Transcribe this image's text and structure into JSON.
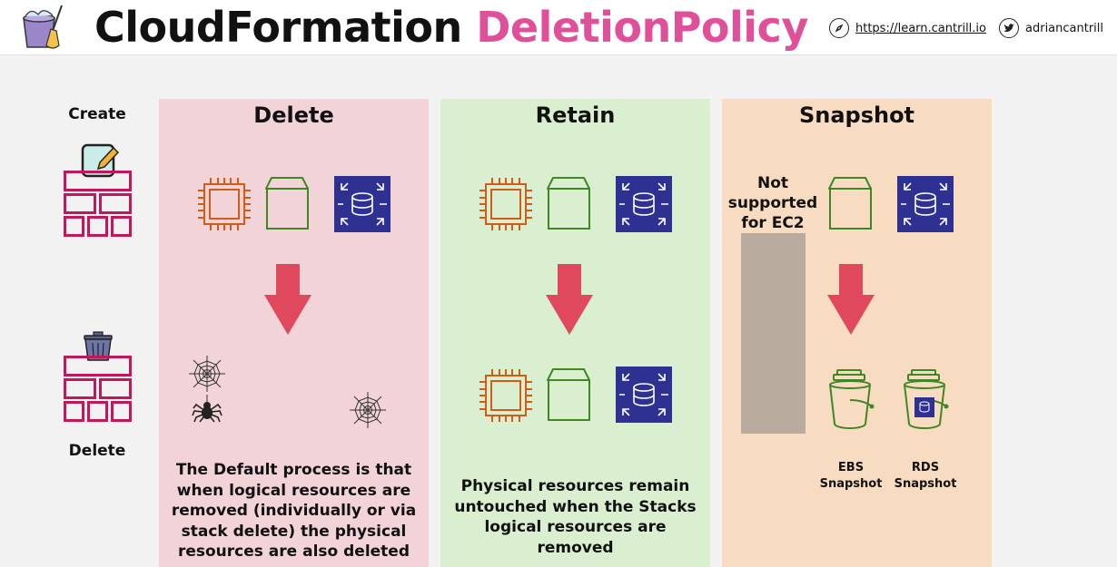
{
  "header": {
    "title_main": "CloudFormation",
    "title_accent": "DeletionPolicy",
    "website": "https://learn.cantrill.io",
    "handle": "adriancantrill",
    "icons": [
      "cleaning-bucket-icon",
      "compass-icon",
      "twitter-icon"
    ]
  },
  "lifecycle": {
    "create_label": "Create",
    "delete_label": "Delete"
  },
  "panels": [
    {
      "title": "Delete",
      "color": "#f2d3d8",
      "description": "The Default process is that when logical resources are removed (individually or via stack delete) the physical resources are also deleted"
    },
    {
      "title": "Retain",
      "color": "#d9efcf",
      "description": "Physical resources remain untouched when the Stacks logical resources are removed"
    },
    {
      "title": "Snapshot",
      "color": "#f7dcc1",
      "not_supported": "Not supported for EC2",
      "ebs_label": "EBS Snapshot",
      "rds_label": "RDS Snapshot"
    }
  ],
  "colors": {
    "accent_pink": "#e0509a",
    "brick": "#c2185b",
    "ec2_orange": "#d05c17",
    "s3_green": "#3f8624",
    "rds_navy": "#2e3192",
    "arrow_red": "#e0485e"
  }
}
